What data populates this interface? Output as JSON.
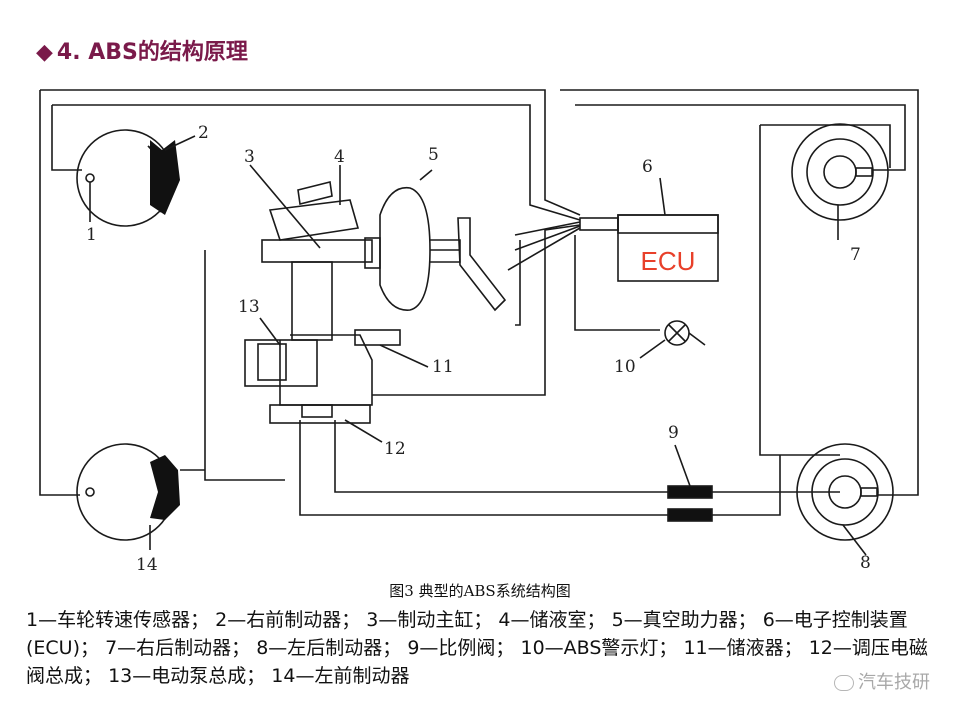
{
  "title": {
    "bullet": "◆",
    "text": "4. ABS的结构原理"
  },
  "diagram": {
    "ecu_label": "ECU",
    "numbers": {
      "n1": "1",
      "n2": "2",
      "n3": "3",
      "n4": "4",
      "n5": "5",
      "n6": "6",
      "n7": "7",
      "n8": "8",
      "n9": "9",
      "n10": "10",
      "n11": "11",
      "n12": "12",
      "n13": "13",
      "n14": "14"
    },
    "colors": {
      "ecu_text": "#e8402a",
      "lines": "#1a1a1a",
      "title": "#7a1a4a"
    }
  },
  "caption": "图3  典型的ABS系统结构图",
  "legend": [
    "1—车轮转速传感器；",
    "2—右前制动器；",
    "3—制动主缸；",
    "4—储液室；",
    "5—真空助力器；",
    "6—电子控制装置(ECU)；",
    "7—右后制动器；",
    "8—左后制动器；",
    "9—比例阀；",
    "10—ABS警示灯；",
    "11—储液器；",
    "12—调压电磁阀总成；",
    "13—电动泵总成；",
    "14—左前制动器"
  ],
  "watermark": "汽车技研"
}
